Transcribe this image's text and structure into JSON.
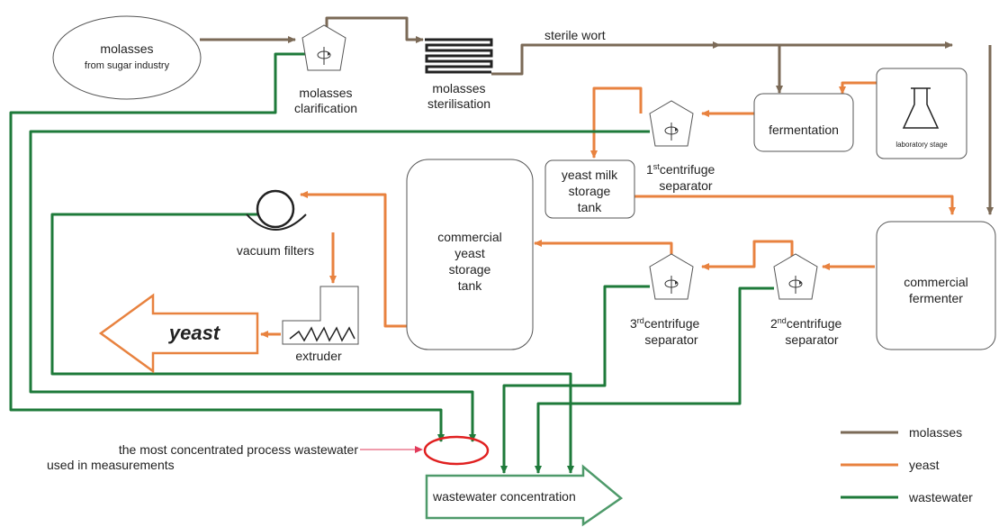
{
  "colors": {
    "molasses": "#7b6a57",
    "yeast": "#e8823f",
    "wastewater": "#1e7a3a",
    "highlight": "#e02020",
    "note_line": "#e23a5a",
    "yeast_arrow": "#e8823f",
    "wastewater_arrow": "#4e9a6a"
  },
  "nodes": {
    "molasses_source": {
      "line1": "molasses",
      "line2": "from sugar industry"
    },
    "molasses_clarification": {
      "line1": "molasses",
      "line2": "clarification"
    },
    "molasses_sterilisation": {
      "line1": "molasses",
      "line2": "sterilisation"
    },
    "sterile_wort": "sterile wort",
    "fermentation": "fermentation",
    "laboratory_stage": "laboratory stage",
    "centrifuge1": {
      "ordinal": "1",
      "suffix": "st",
      "line1": "centrifuge",
      "line2": "separator"
    },
    "yeast_milk_tank": {
      "line1": "yeast milk",
      "line2": "storage",
      "line3": "tank"
    },
    "commercial_yeast_tank": {
      "line1": "commercial",
      "line2": "yeast",
      "line3": "storage",
      "line4": "tank"
    },
    "vacuum_filters": "vacuum filters",
    "extruder": "extruder",
    "yeast_output": "yeast",
    "centrifuge3": {
      "ordinal": "3",
      "suffix": "rd",
      "line1": "centrifuge",
      "line2": "separator"
    },
    "centrifuge2": {
      "ordinal": "2",
      "suffix": "nd",
      "line1": "centrifuge",
      "line2": "separator"
    },
    "commercial_fermenter": {
      "line1": "commercial",
      "line2": "fermenter"
    },
    "wastewater_concentration": "wastewater concentration"
  },
  "annotation": {
    "line1": "the most concentrated process wastewater",
    "line2": "used in measurements"
  },
  "legend": [
    {
      "label": "molasses",
      "color": "#7b6a57"
    },
    {
      "label": "yeast",
      "color": "#e8823f"
    },
    {
      "label": "wastewater",
      "color": "#1e7a3a"
    }
  ]
}
